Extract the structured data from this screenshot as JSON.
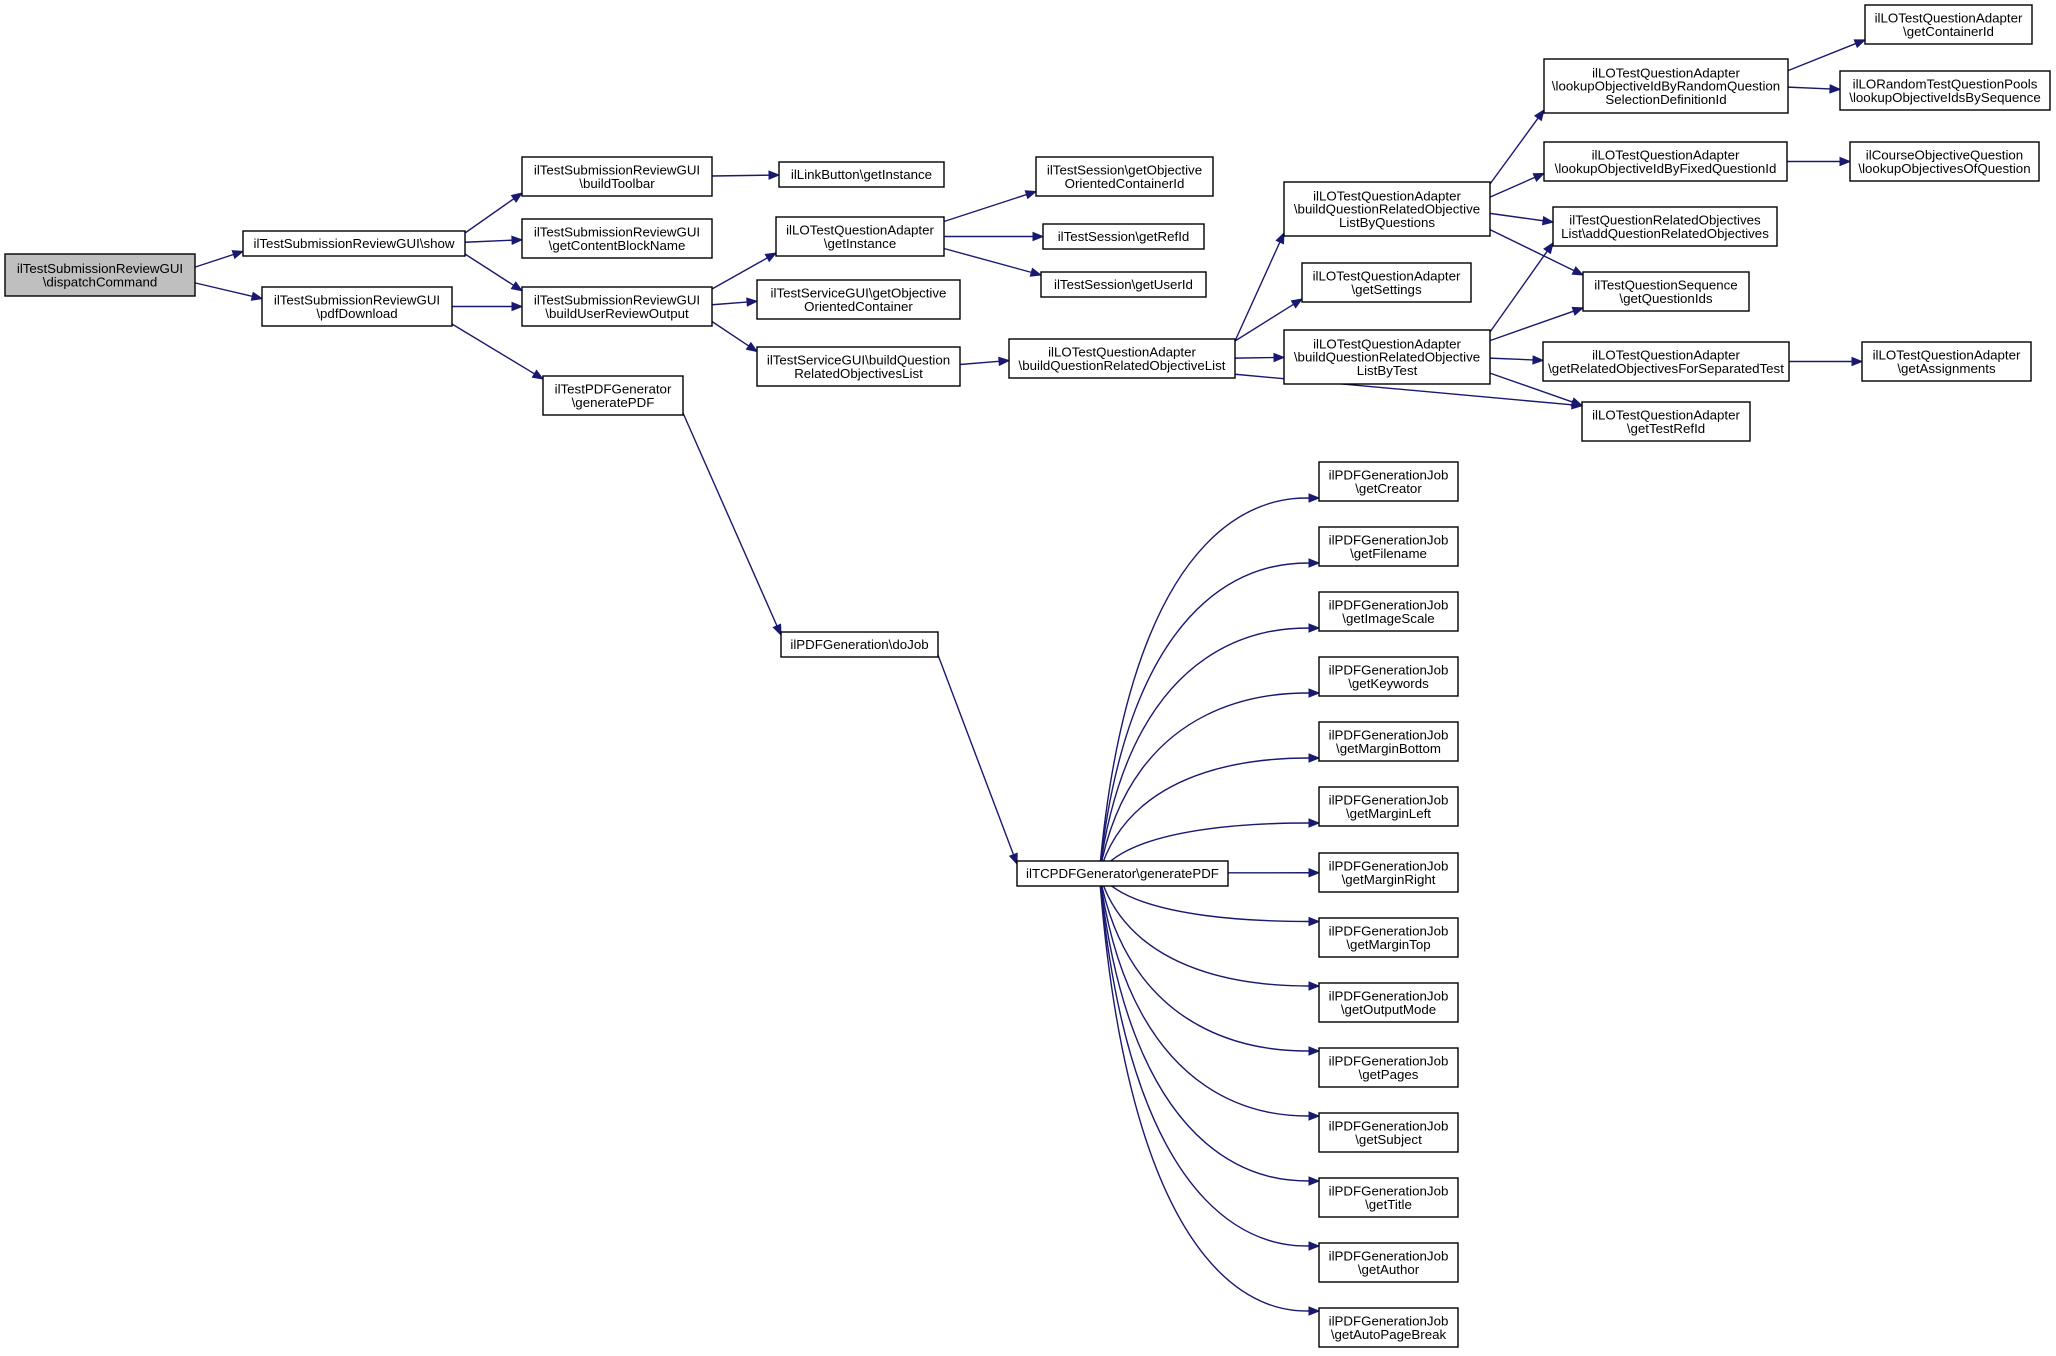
{
  "diagram": {
    "type": "call-graph",
    "colors": {
      "edge": "#191970",
      "node_fill": "#ffffff",
      "root_fill": "#bfbfbf",
      "node_border": "#000000",
      "text": "#000000"
    },
    "nodes": [
      {
        "id": "root",
        "lines": [
          "ilTestSubmissionReviewGUI",
          "\\dispatchCommand"
        ],
        "root": true
      },
      {
        "id": "show",
        "lines": [
          "ilTestSubmissionReviewGUI\\show"
        ]
      },
      {
        "id": "pdfdl",
        "lines": [
          "ilTestSubmissionReviewGUI",
          "\\pdfDownload"
        ]
      },
      {
        "id": "buildToolbar",
        "lines": [
          "ilTestSubmissionReviewGUI",
          "\\buildToolbar"
        ]
      },
      {
        "id": "getContentBlockName",
        "lines": [
          "ilTestSubmissionReviewGUI",
          "\\getContentBlockName"
        ]
      },
      {
        "id": "buildUserReviewOutput",
        "lines": [
          "ilTestSubmissionReviewGUI",
          "\\buildUserReviewOutput"
        ]
      },
      {
        "id": "pdfGen",
        "lines": [
          "ilTestPDFGenerator",
          "\\generatePDF"
        ]
      },
      {
        "id": "linkBtn",
        "lines": [
          "ilLinkButton\\getInstance"
        ]
      },
      {
        "id": "loAdapterInst",
        "lines": [
          "ilLOTestQuestionAdapter",
          "\\getInstance"
        ]
      },
      {
        "id": "svcObjContainer",
        "lines": [
          "ilTestServiceGUI\\getObjective",
          "OrientedContainer"
        ]
      },
      {
        "id": "svcBuildQROL",
        "lines": [
          "ilTestServiceGUI\\buildQuestion",
          "RelatedObjectivesList"
        ]
      },
      {
        "id": "sessObjContainer",
        "lines": [
          "ilTestSession\\getObjective",
          "OrientedContainerId"
        ]
      },
      {
        "id": "sessRefId",
        "lines": [
          "ilTestSession\\getRefId"
        ]
      },
      {
        "id": "sessUserId",
        "lines": [
          "ilTestSession\\getUserId"
        ]
      },
      {
        "id": "loBuildQROL",
        "lines": [
          "ilLOTestQuestionAdapter",
          "\\buildQuestionRelatedObjectiveList"
        ]
      },
      {
        "id": "loByQuestions",
        "lines": [
          "ilLOTestQuestionAdapter",
          "\\buildQuestionRelatedObjective",
          "ListByQuestions"
        ]
      },
      {
        "id": "loGetSettings",
        "lines": [
          "ilLOTestQuestionAdapter",
          "\\getSettings"
        ]
      },
      {
        "id": "loByTest",
        "lines": [
          "ilLOTestQuestionAdapter",
          "\\buildQuestionRelatedObjective",
          "ListByTest"
        ]
      },
      {
        "id": "loLookupRandom",
        "lines": [
          "ilLOTestQuestionAdapter",
          "\\lookupObjectiveIdByRandomQuestion",
          "SelectionDefinitionId"
        ]
      },
      {
        "id": "loLookupFixed",
        "lines": [
          "ilLOTestQuestionAdapter",
          "\\lookupObjectiveIdByFixedQuestionId"
        ]
      },
      {
        "id": "qroAdd",
        "lines": [
          "ilTestQuestionRelatedObjectives",
          "List\\addQuestionRelatedObjectives"
        ]
      },
      {
        "id": "qseqIds",
        "lines": [
          "ilTestQuestionSequence",
          "\\getQuestionIds"
        ]
      },
      {
        "id": "loRelSep",
        "lines": [
          "ilLOTestQuestionAdapter",
          "\\getRelatedObjectivesForSeparatedTest"
        ]
      },
      {
        "id": "loTestRefId",
        "lines": [
          "ilLOTestQuestionAdapter",
          "\\getTestRefId"
        ]
      },
      {
        "id": "loContainerId",
        "lines": [
          "ilLOTestQuestionAdapter",
          "\\getContainerId"
        ]
      },
      {
        "id": "randomPools",
        "lines": [
          "ilLORandomTestQuestionPools",
          "\\lookupObjectiveIdsBySequence"
        ]
      },
      {
        "id": "courseObjQ",
        "lines": [
          "ilCourseObjectiveQuestion",
          "\\lookupObjectivesOfQuestion"
        ]
      },
      {
        "id": "loAssignments",
        "lines": [
          "ilLOTestQuestionAdapter",
          "\\getAssignments"
        ]
      },
      {
        "id": "doJob",
        "lines": [
          "ilPDFGeneration\\doJob"
        ]
      },
      {
        "id": "tcpdf",
        "lines": [
          "ilTCPDFGenerator\\generatePDF"
        ]
      },
      {
        "id": "jCreator",
        "lines": [
          "ilPDFGenerationJob",
          "\\getCreator"
        ]
      },
      {
        "id": "jFilename",
        "lines": [
          "ilPDFGenerationJob",
          "\\getFilename"
        ]
      },
      {
        "id": "jImageScale",
        "lines": [
          "ilPDFGenerationJob",
          "\\getImageScale"
        ]
      },
      {
        "id": "jKeywords",
        "lines": [
          "ilPDFGenerationJob",
          "\\getKeywords"
        ]
      },
      {
        "id": "jMarginBottom",
        "lines": [
          "ilPDFGenerationJob",
          "\\getMarginBottom"
        ]
      },
      {
        "id": "jMarginLeft",
        "lines": [
          "ilPDFGenerationJob",
          "\\getMarginLeft"
        ]
      },
      {
        "id": "jMarginRight",
        "lines": [
          "ilPDFGenerationJob",
          "\\getMarginRight"
        ]
      },
      {
        "id": "jMarginTop",
        "lines": [
          "ilPDFGenerationJob",
          "\\getMarginTop"
        ]
      },
      {
        "id": "jOutputMode",
        "lines": [
          "ilPDFGenerationJob",
          "\\getOutputMode"
        ]
      },
      {
        "id": "jPages",
        "lines": [
          "ilPDFGenerationJob",
          "\\getPages"
        ]
      },
      {
        "id": "jSubject",
        "lines": [
          "ilPDFGenerationJob",
          "\\getSubject"
        ]
      },
      {
        "id": "jTitle",
        "lines": [
          "ilPDFGenerationJob",
          "\\getTitle"
        ]
      },
      {
        "id": "jAuthor",
        "lines": [
          "ilPDFGenerationJob",
          "\\getAuthor"
        ]
      },
      {
        "id": "jAutoPageBreak",
        "lines": [
          "ilPDFGenerationJob",
          "\\getAutoPageBreak"
        ]
      }
    ],
    "edges": [
      [
        "root",
        "show"
      ],
      [
        "root",
        "pdfdl"
      ],
      [
        "show",
        "buildToolbar"
      ],
      [
        "show",
        "getContentBlockName"
      ],
      [
        "show",
        "buildUserReviewOutput"
      ],
      [
        "pdfdl",
        "buildUserReviewOutput"
      ],
      [
        "pdfdl",
        "pdfGen"
      ],
      [
        "buildToolbar",
        "linkBtn"
      ],
      [
        "buildUserReviewOutput",
        "loAdapterInst"
      ],
      [
        "buildUserReviewOutput",
        "svcObjContainer"
      ],
      [
        "buildUserReviewOutput",
        "svcBuildQROL"
      ],
      [
        "loAdapterInst",
        "sessObjContainer"
      ],
      [
        "loAdapterInst",
        "sessRefId"
      ],
      [
        "loAdapterInst",
        "sessUserId"
      ],
      [
        "svcBuildQROL",
        "loBuildQROL"
      ],
      [
        "loBuildQROL",
        "loByQuestions"
      ],
      [
        "loBuildQROL",
        "loGetSettings"
      ],
      [
        "loBuildQROL",
        "loByTest"
      ],
      [
        "loBuildQROL",
        "loTestRefId"
      ],
      [
        "loByQuestions",
        "loLookupRandom"
      ],
      [
        "loByQuestions",
        "loLookupFixed"
      ],
      [
        "loByQuestions",
        "qroAdd"
      ],
      [
        "loByQuestions",
        "qseqIds"
      ],
      [
        "loByTest",
        "qroAdd"
      ],
      [
        "loByTest",
        "qseqIds"
      ],
      [
        "loByTest",
        "loRelSep"
      ],
      [
        "loByTest",
        "loTestRefId"
      ],
      [
        "loLookupRandom",
        "loContainerId"
      ],
      [
        "loLookupRandom",
        "randomPools"
      ],
      [
        "loLookupFixed",
        "courseObjQ"
      ],
      [
        "loRelSep",
        "loAssignments"
      ],
      [
        "pdfGen",
        "doJob"
      ],
      [
        "doJob",
        "tcpdf"
      ],
      [
        "tcpdf",
        "jCreator"
      ],
      [
        "tcpdf",
        "jFilename"
      ],
      [
        "tcpdf",
        "jImageScale"
      ],
      [
        "tcpdf",
        "jKeywords"
      ],
      [
        "tcpdf",
        "jMarginBottom"
      ],
      [
        "tcpdf",
        "jMarginLeft"
      ],
      [
        "tcpdf",
        "jMarginRight"
      ],
      [
        "tcpdf",
        "jMarginTop"
      ],
      [
        "tcpdf",
        "jOutputMode"
      ],
      [
        "tcpdf",
        "jPages"
      ],
      [
        "tcpdf",
        "jSubject"
      ],
      [
        "tcpdf",
        "jTitle"
      ],
      [
        "tcpdf",
        "jAuthor"
      ],
      [
        "tcpdf",
        "jAutoPageBreak"
      ]
    ]
  }
}
